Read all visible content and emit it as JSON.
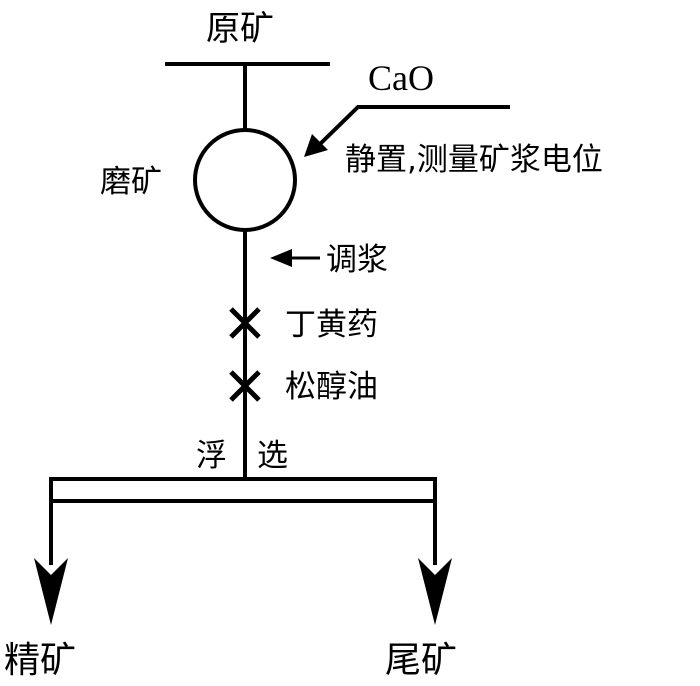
{
  "flowsheet": {
    "feed_label": "原矿",
    "reagent_cao": "CaO",
    "grinding_note": "静置,测量矿浆电位",
    "grinding_label": "磨矿",
    "conditioning_label": "调浆",
    "collector_label": "丁黄药",
    "frother_label": "松醇油",
    "flotation_label_part1": "浮",
    "flotation_label_part2": "选",
    "concentrate_label": "精矿",
    "tailings_label": "尾矿"
  },
  "colors": {
    "line": "#000000",
    "background": "#ffffff"
  },
  "icons": {
    "reagent_marker": "cross-icon",
    "grinding_mill": "circle-icon"
  }
}
